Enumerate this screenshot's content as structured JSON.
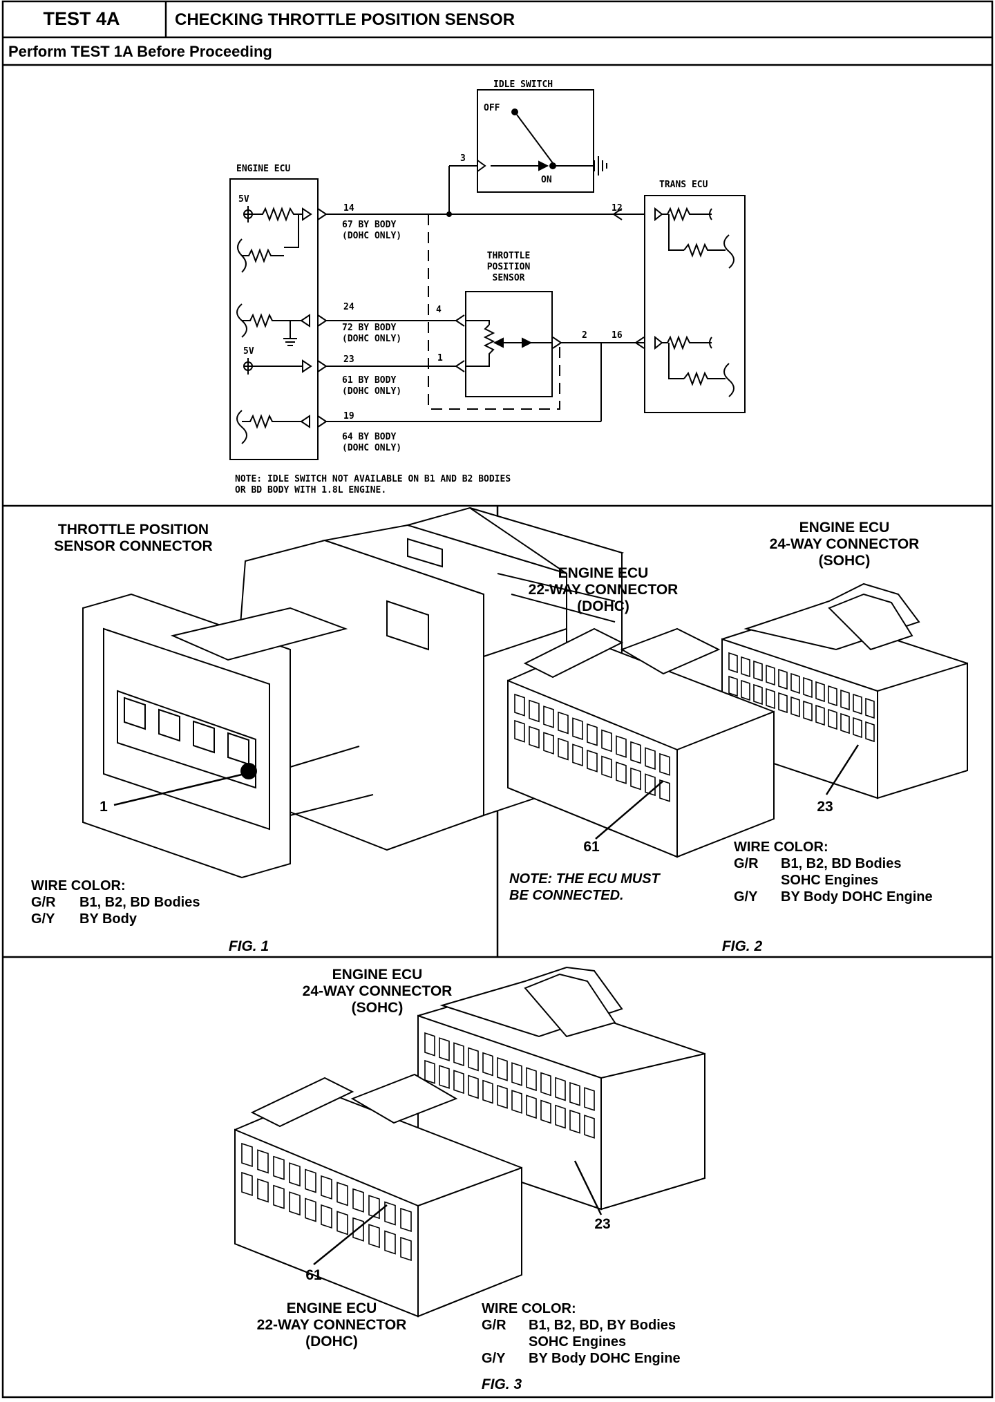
{
  "header": {
    "test_label": "TEST 4A",
    "title": "CHECKING THROTTLE POSITION SENSOR",
    "subtitle": "Perform TEST 1A Before Proceeding"
  },
  "schematic": {
    "idle_switch": "IDLE SWITCH",
    "off": "OFF",
    "on": "ON",
    "engine_ecu": "ENGINE ECU",
    "trans_ecu": "TRANS ECU",
    "tps_line1": "THROTTLE",
    "tps_line2": "POSITION",
    "tps_line3": "SENSOR",
    "v5_top": "5V",
    "v5_mid": "5V",
    "pin_3": "3",
    "pin_14": "14",
    "pin_14_sub1": "67 BY BODY",
    "pin_14_sub2": "(DOHC ONLY)",
    "pin_12": "12",
    "pin_24": "24",
    "pin_24_sub1": "72 BY BODY",
    "pin_24_sub2": "(DOHC ONLY)",
    "pin_4": "4",
    "pin_23": "23",
    "pin_23_sub1": "61 BY BODY",
    "pin_23_sub2": "(DOHC ONLY)",
    "pin_1": "1",
    "pin_2": "2",
    "pin_16": "16",
    "pin_19": "19",
    "pin_19_sub1": "64 BY BODY",
    "pin_19_sub2": "(DOHC ONLY)",
    "note_line1": "NOTE: IDLE SWITCH NOT AVAILABLE ON B1 AND B2 BODIES",
    "note_line2": "OR BD BODY WITH 1.8L ENGINE."
  },
  "fig1": {
    "title_line1": "THROTTLE POSITION",
    "title_line2": "SENSOR CONNECTOR",
    "callout": "1",
    "wire_color": "WIRE COLOR:",
    "row1_code": "G/R",
    "row1_text": "B1, B2, BD Bodies",
    "row2_code": "G/Y",
    "row2_text": "BY Body",
    "caption": "FIG. 1"
  },
  "fig2": {
    "c24_line1": "ENGINE ECU",
    "c24_line2": "24-WAY CONNECTOR",
    "c24_line3": "(SOHC)",
    "c22_line1": "ENGINE ECU",
    "c22_line2": "22-WAY CONNECTOR",
    "c22_line3": "(DOHC)",
    "callout_61": "61",
    "callout_23": "23",
    "note_line1": "NOTE:  THE ECU MUST",
    "note_line2": "BE CONNECTED.",
    "wire_color": "WIRE COLOR:",
    "row1_code": "G/R",
    "row1_text": "B1, B2, BD Bodies",
    "row1_text2": "SOHC Engines",
    "row2_code": "G/Y",
    "row2_text": "BY Body DOHC Engine",
    "caption": "FIG. 2"
  },
  "fig3": {
    "c24_line1": "ENGINE ECU",
    "c24_line2": "24-WAY CONNECTOR",
    "c24_line3": "(SOHC)",
    "c22_line1": "ENGINE ECU",
    "c22_line2": "22-WAY CONNECTOR",
    "c22_line3": "(DOHC)",
    "callout_61": "61",
    "callout_23": "23",
    "wire_color": "WIRE COLOR:",
    "row1_code": "G/R",
    "row1_text": "B1, B2, BD, BY Bodies",
    "row1_text2": "SOHC Engines",
    "row2_code": "G/Y",
    "row2_text": "BY Body DOHC Engine",
    "caption": "FIG. 3"
  }
}
